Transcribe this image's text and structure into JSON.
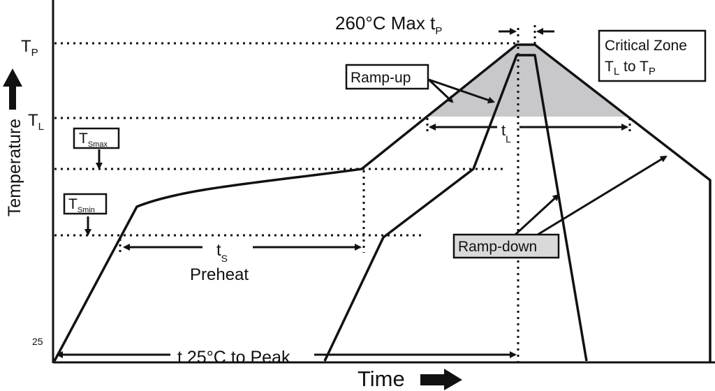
{
  "chart_data": {
    "type": "diagram",
    "axes": {
      "x_label": "Time",
      "y_label": "Temperature",
      "y_origin_label": "25"
    },
    "levels": {
      "tp": {
        "main": "T",
        "sub": "P"
      },
      "tl": {
        "main": "T",
        "sub": "L"
      },
      "tsmax": {
        "main": "T",
        "sub": "Smax"
      },
      "tsmin": {
        "main": "T",
        "sub": "Smin"
      }
    },
    "annotations": {
      "max_tp": {
        "main": "260°C Max t",
        "sub": "P"
      },
      "critical_zone": {
        "line1": "Critical Zone",
        "line2_main": "T",
        "line2_sub": "L",
        "line2_mid": " to T",
        "line2_sub2": "P"
      },
      "ramp_up": "Ramp-up",
      "ramp_down": "Ramp-down",
      "tl_span": {
        "main": "t",
        "sub": "L"
      },
      "ts_span": {
        "main": "t",
        "sub": "S"
      },
      "preheat": "Preheat",
      "t25_to_peak": "t 25°C to Peak"
    },
    "colors": {
      "line": "#111111",
      "critical_zone_fill": "#c8c8cc",
      "label_box_fill": "#d9d9d9"
    }
  }
}
